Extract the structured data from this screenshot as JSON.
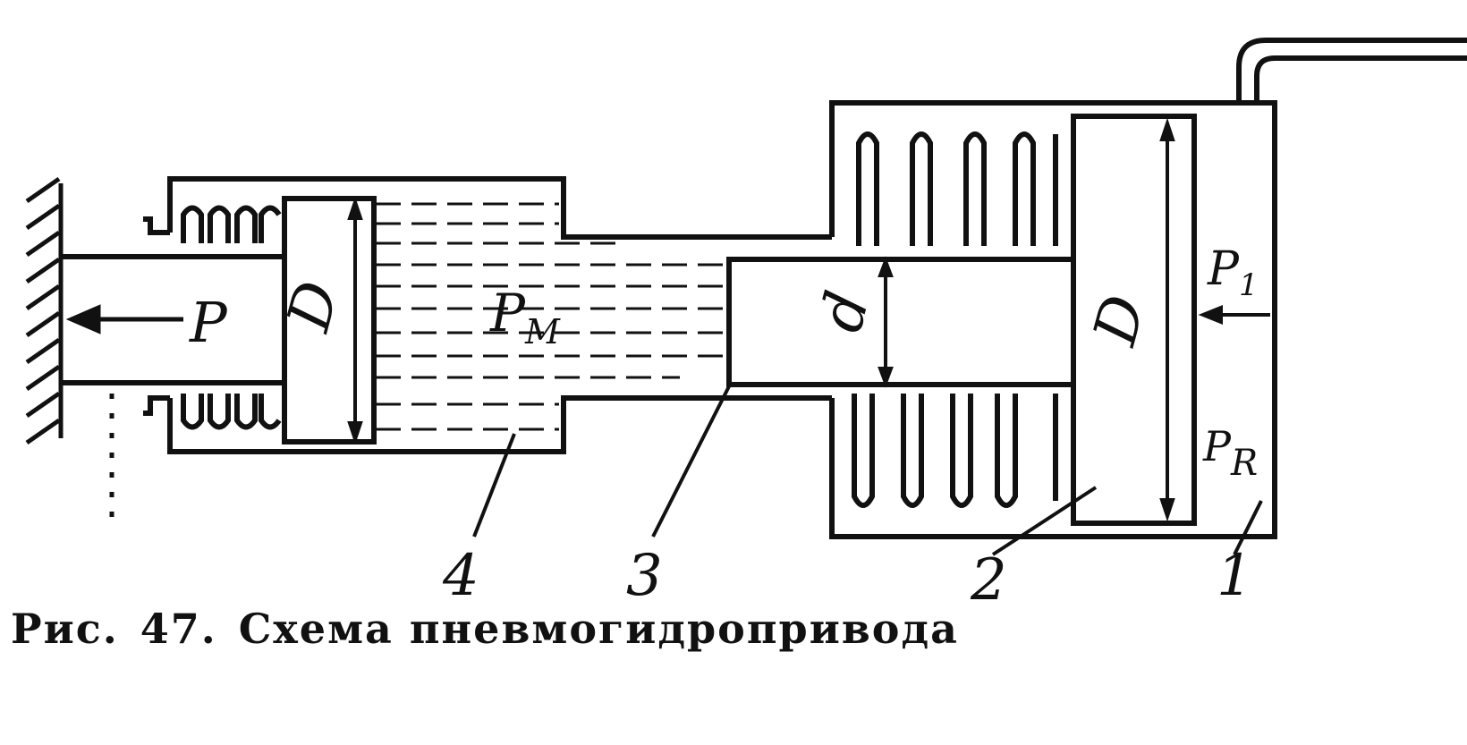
{
  "labels": {
    "force": "P",
    "oil_pressure": "P",
    "oil_pressure_sub": "M",
    "small_diameter": "d",
    "large_diameter_left": "D",
    "large_diameter_right": "D",
    "pressure_1": "P",
    "pressure_1_sub": "1",
    "pressure_r": "P",
    "pressure_r_sub": "R"
  },
  "part_numbers": [
    "4",
    "3",
    "2",
    "1"
  ],
  "caption": {
    "prefix": "Рис.",
    "number": "47.",
    "text": "Схема пневмогидропривода"
  }
}
